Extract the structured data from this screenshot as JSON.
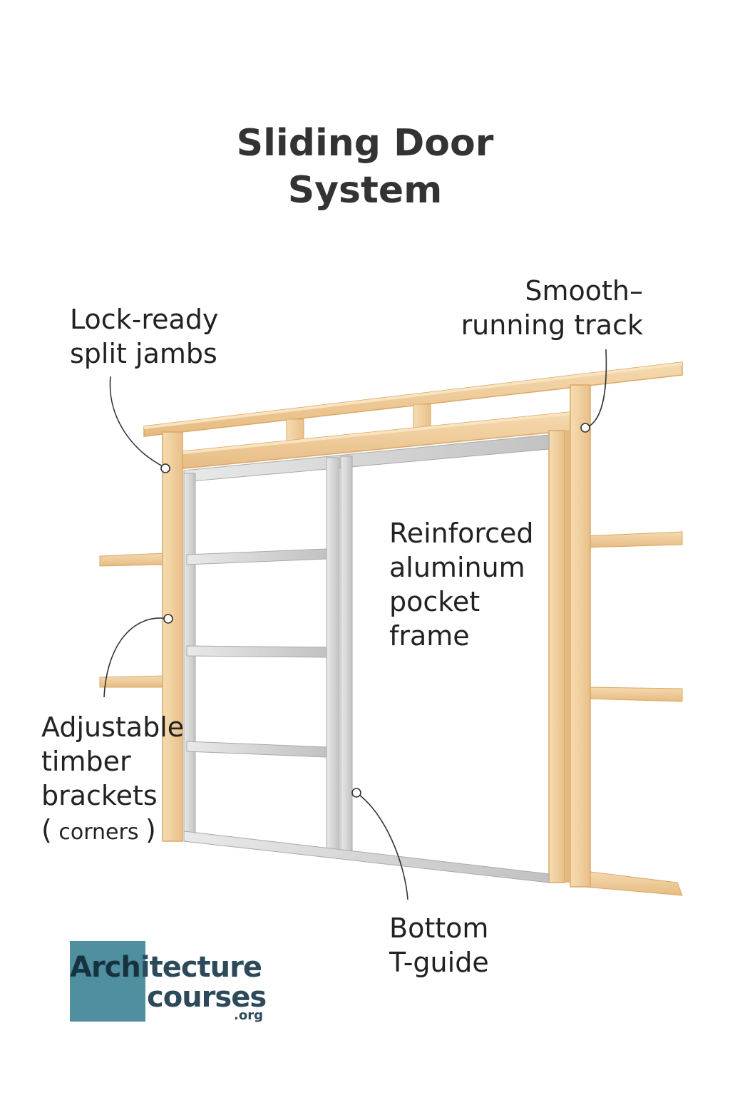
{
  "title": {
    "line1": "Sliding Door",
    "line2": "System"
  },
  "labels": {
    "lock_ready": {
      "line1": "Lock-ready",
      "line2": "split jambs"
    },
    "track": {
      "line1": "Smooth–",
      "line2": "running track"
    },
    "frame": {
      "line1": "Reinforced",
      "line2": "aluminum",
      "line3": "pocket",
      "line4": "frame"
    },
    "brackets": {
      "line1": "Adjustable",
      "line2": "timber",
      "line3": "brackets",
      "line4_open": "(",
      "line4_text": " corners ",
      "line4_close": ")"
    },
    "guide": {
      "line1": "Bottom",
      "line2": "T-guide"
    }
  },
  "logo": {
    "lead": "Arch",
    "rest": "itecture",
    "line2": "courses",
    "line3": ".org"
  },
  "colors": {
    "timber": "#f3d3a4",
    "timber_shade": "#e4b97e",
    "timber_edge": "#d9a866",
    "aluminum": "#dcdcdc",
    "aluminum_shade": "#b9b9b9",
    "logo_box": "#4f8fa0",
    "logo_text": "#2d4a5a"
  }
}
